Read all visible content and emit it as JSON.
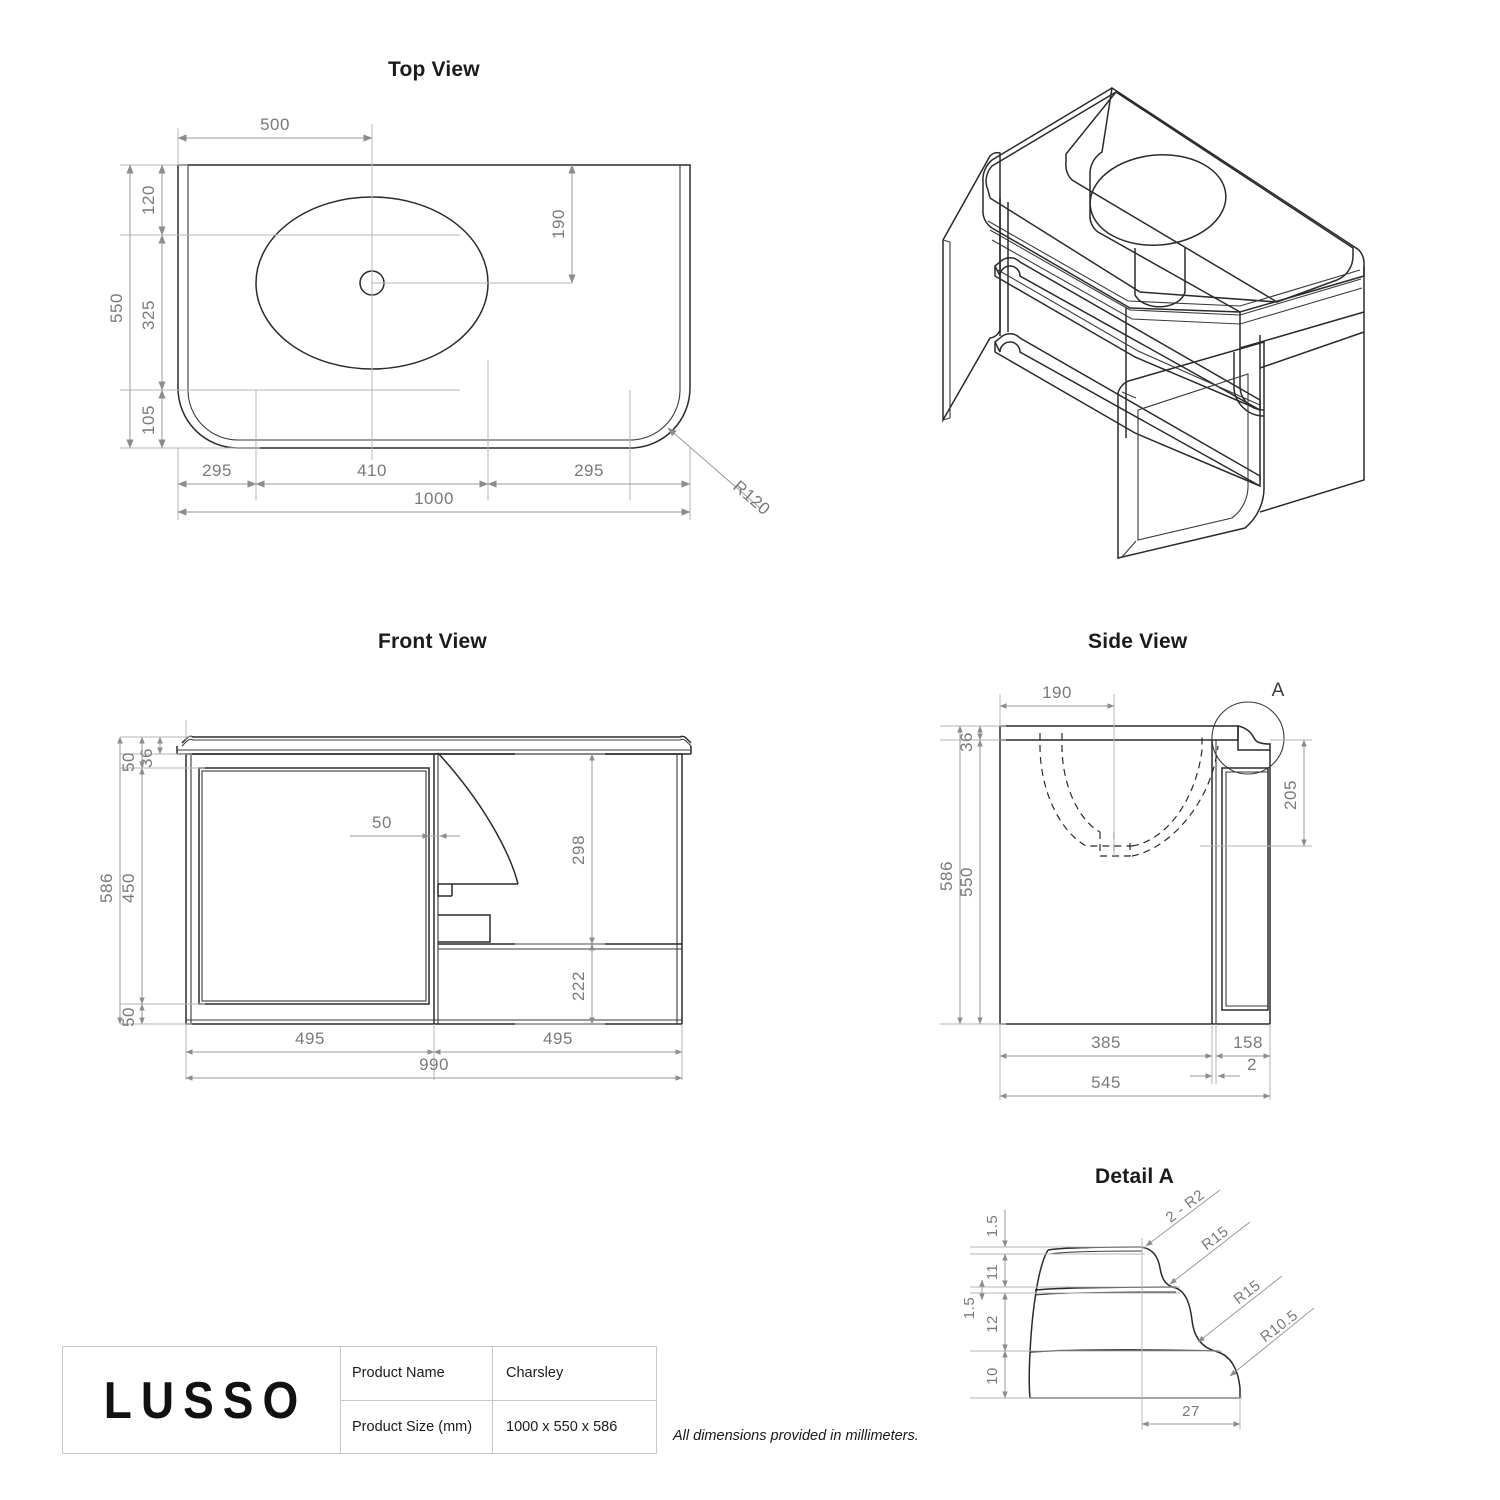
{
  "document": {
    "note": "All dimensions provided in millimeters."
  },
  "views": {
    "top": {
      "title": "Top View"
    },
    "iso": {
      "title": ""
    },
    "front": {
      "title": "Front View"
    },
    "side": {
      "title": "Side View"
    },
    "detail": {
      "title": "Detail A",
      "callout_label": "A"
    }
  },
  "title_block": {
    "brand": "LUSSO",
    "rows": [
      {
        "label": "Product Name",
        "value": "Charsley"
      },
      {
        "label": "Product Size (mm)",
        "value": "1000 x 550 x 586"
      }
    ]
  },
  "dimensions": {
    "top": {
      "basin_offset_x": "500",
      "basin_offset_y": "190",
      "front_to_basin": "120",
      "basin_zone": "325",
      "rear_band": "105",
      "depth_total": "550",
      "left_margin": "295",
      "basin_width": "410",
      "right_margin": "295",
      "width_total": "1000",
      "corner_radius": "R120"
    },
    "front": {
      "plinth_top": "50",
      "worktop_thickness": "36",
      "height_total": "586",
      "door_height": "450",
      "base_gap": "50",
      "door_to_drawer_gap": "50",
      "upper_drawer": "298",
      "lower_drawer": "222",
      "left_module": "495",
      "right_module": "495",
      "width_total": "990"
    },
    "side": {
      "basin_center": "190",
      "worktop_thickness": "36",
      "height_total": "586",
      "carcass_height": "550",
      "drawer_zone": "205",
      "carcass_depth": "385",
      "door_depth": "158",
      "gap": "2",
      "depth_total": "545"
    },
    "detail": {
      "lip_top": "1.5",
      "band_a": "11",
      "lip_mid": "1.5",
      "band_b": "12",
      "band_c": "10",
      "profile_width": "27",
      "radius_1": "2 - R2",
      "radius_2": "R15",
      "radius_3": "R15",
      "radius_4": "R10.5"
    }
  },
  "colors": {
    "object_line": "#2b2b2b",
    "dimension_line": "#9a9a9a",
    "dimension_text": "#7a7a7a",
    "title_text": "#1b1b1b",
    "background": "#ffffff"
  }
}
